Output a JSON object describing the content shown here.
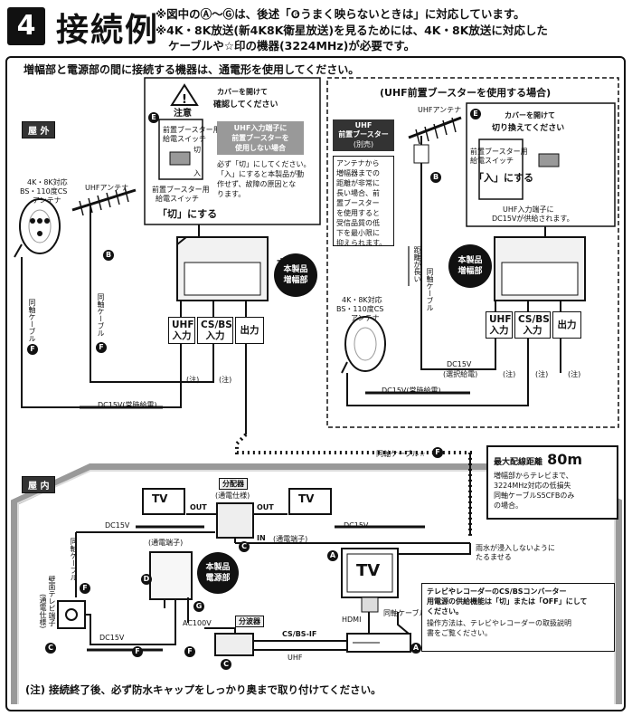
{
  "header": {
    "number": "4",
    "title": "接続例",
    "note1": "※図中のⒶ～Ⓖは、後述「❻うまく映らないときは」に対応しています。",
    "note2": "※4K・8K放送(新4K8K衛星放送)を見るためには、4K・8K放送に対応した",
    "note3": "ケーブルや☆印の機器(3224MHz)が必要です。"
  },
  "intro": "増幅部と電源部の間に接続する機器は、通電形を使用してください。",
  "outdoor_tag": "屋 外",
  "indoor_tag": "屋 内",
  "caution": {
    "title": "注意",
    "l1": "カバーを開けて",
    "l2": "確認してください",
    "sw1": "前置ブースター用",
    "sw2": "給電スイッチ",
    "sw3": "切",
    "sw4": "入",
    "box1": "UHF入力端子に",
    "box2": "前置ブースターを",
    "box3": "使用しない場合",
    "t1": "必ず「切」にしてください。",
    "t2": "「入」にすると本製品が動",
    "t3": "作せず、故障の原因とな",
    "t4": "ります。",
    "left1": "前置ブースター用",
    "left2": "給電スイッチ",
    "action": "「切」にする"
  },
  "right_panel": {
    "title": "(UHF前置ブースターを使用する場合)",
    "uhf_antenna": "UHFアンテナ",
    "booster_title1": "UHF",
    "booster_title2": "前置ブースター",
    "booster_title3": "(別売)",
    "booster_text": [
      "アンテナから",
      "増幅器までの",
      "距離が非常に",
      "長い場合、前",
      "置ブースター",
      "を使用すると",
      "受信品質の低",
      "下を最小限に",
      "抑えられます。"
    ],
    "distance": "距離が長い",
    "cable": "同軸ケーブル",
    "cover1": "カバーを開けて",
    "cover2": "切り換えてください",
    "sw1": "前置ブースター用",
    "sw2": "給電スイッチ",
    "action": "「入」にする",
    "dc_note1": "UHF入力端子に",
    "dc_note2": "DC15Vが供給されます。",
    "product1": "本製品",
    "product2": "増幅部",
    "bs_antenna1": "4K・8K対応",
    "bs_antenna2": "BS・110度CS",
    "bs_antenna3": "アンテナ",
    "dc_select1": "DC15V",
    "dc_select2": "(選択給電)",
    "dc_always": "DC15V(常時給電)"
  },
  "left_outdoor": {
    "bs_antenna1": "4K・8K対応",
    "bs_antenna2": "BS・110度CS",
    "bs_antenna3": "アンテナ",
    "uhf_antenna": "UHFアンテナ",
    "cable1": "同軸ケーブル",
    "cable2": "同軸ケーブル",
    "product1": "本製品",
    "product2": "増幅部",
    "dc_always": "DC15V(常時給電)"
  },
  "ports": {
    "uhf1": "UHF",
    "uhf2": "入力",
    "csbs1": "CS/BS",
    "csbs2": "入力",
    "out": "出力"
  },
  "note_mark": "(注)",
  "max_distance": {
    "label": "最大配線距離",
    "value": "80m",
    "l1": "増幅部からテレビまで、",
    "l2": "3224MHz対応の低損失",
    "l3": "同軸ケーブルS5CFBのみ",
    "l4": "の場合。"
  },
  "indoor": {
    "cable_top": "同軸ケーブル☆",
    "splitter_title": "分配器",
    "splitter_sub": "(通電仕様)",
    "tv": "TV",
    "out": "OUT",
    "in": "IN",
    "through": "(通電端子)",
    "dc15v": "DC15V",
    "rain1": "雨水が浸入しないように",
    "rain2": "たるませる",
    "cable_side": "同軸ケーブル",
    "wall1": "壁面テレビ端子",
    "wall2": "(通電仕様)",
    "power_through": "(通電端子)",
    "power1": "本製品",
    "power2": "電源部",
    "ac": "AC100V",
    "branch": "分波器",
    "csbsif": "CS/BS-IF",
    "uhf": "UHF",
    "hdmi": "HDMI",
    "tv_big": "TV",
    "recorder1": "テレビやレコーダーのCS/BSコンバーター",
    "recorder2": "用電源の供給機能は「切」または「OFF」にして",
    "recorder3": "ください。",
    "recorder4": "操作方法は、テレビやレコーダーの取扱説明",
    "recorder5": "書をご覧ください。"
  },
  "footer": "(注) 接続終了後、必ず防水キャップをしっかり奥まで取り付けてください。"
}
